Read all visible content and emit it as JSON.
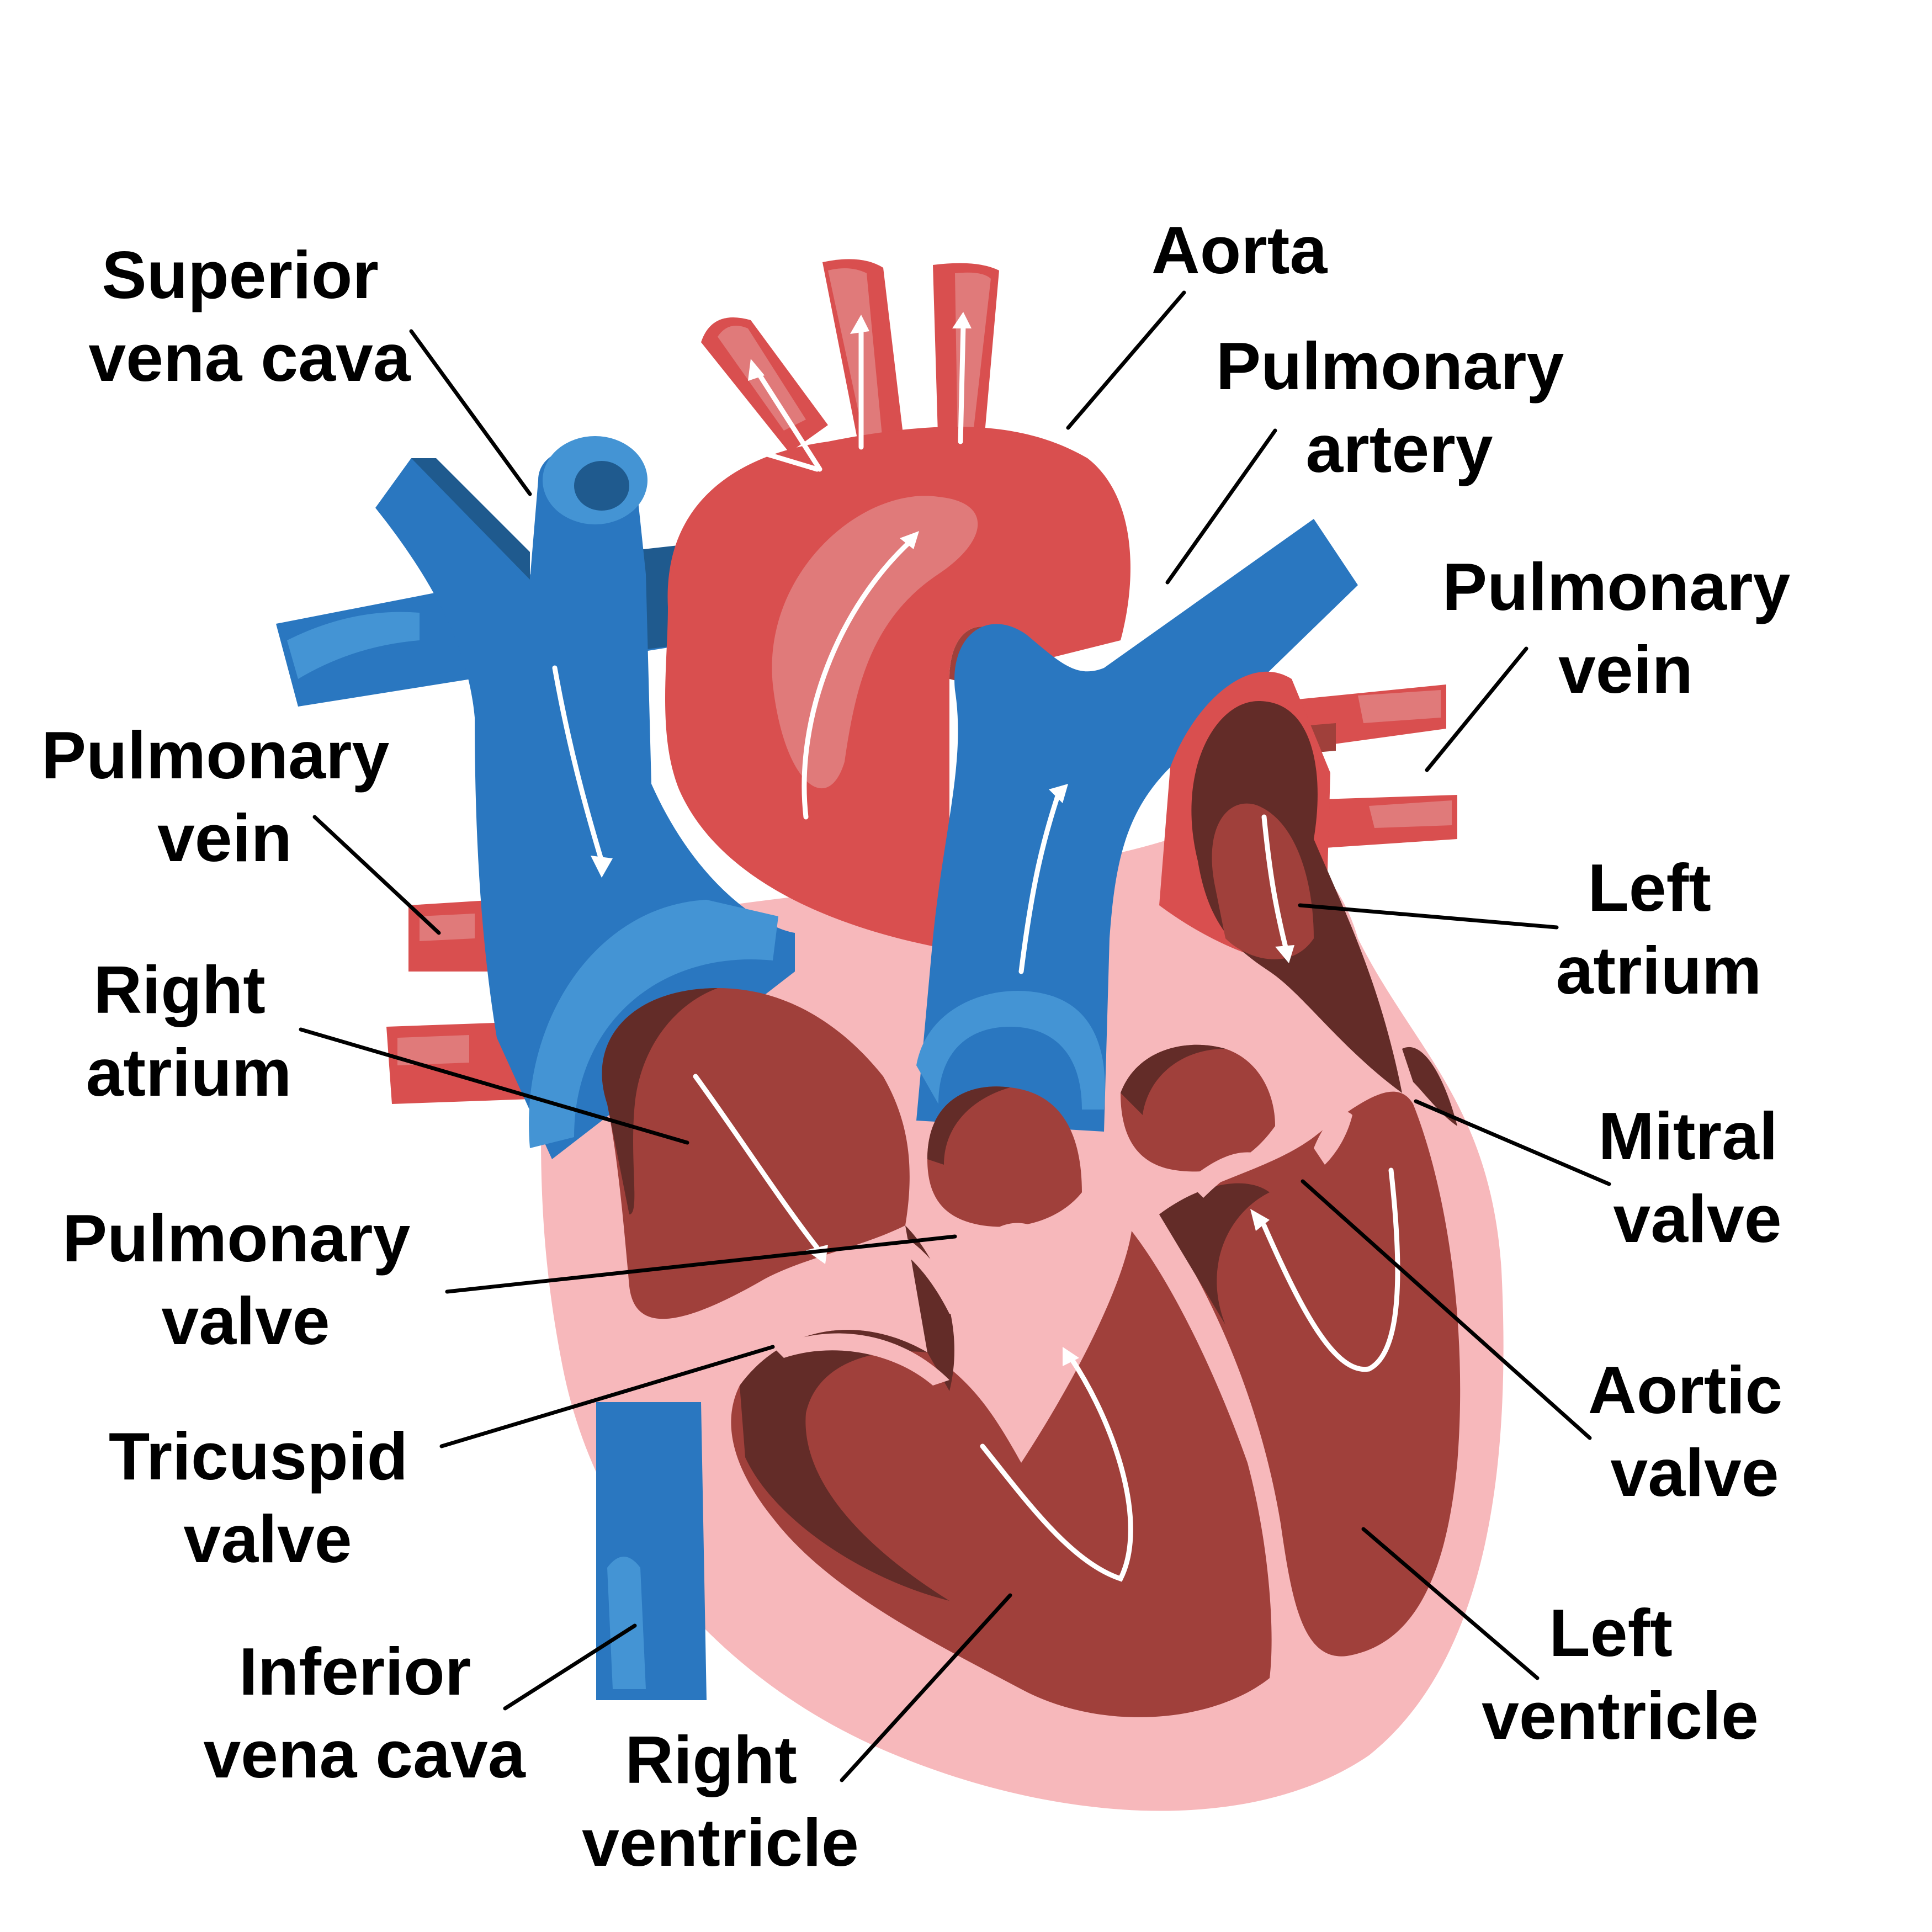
{
  "labels": {
    "superior_vena_cava": [
      "Superior",
      "vena cava"
    ],
    "aorta": [
      "Aorta"
    ],
    "pulmonary_artery": [
      "Pulmonary",
      "artery"
    ],
    "pulmonary_vein_right": [
      "Pulmonary",
      "vein"
    ],
    "pulmonary_vein_left": [
      "Pulmonary",
      "vein"
    ],
    "left_atrium": [
      "Left",
      "atrium"
    ],
    "right_atrium": [
      "Right",
      "atrium"
    ],
    "mitral_valve": [
      "Mitral",
      "valve"
    ],
    "pulmonary_valve": [
      "Pulmonary",
      "valve"
    ],
    "aortic_valve": [
      "Aortic",
      "valve"
    ],
    "tricuspid_valve": [
      "Tricuspid",
      "valve"
    ],
    "left_ventricle": [
      "Left",
      "ventricle"
    ],
    "inferior_vena_cava": [
      "Inferior",
      "vena cava"
    ],
    "right_ventricle": [
      "Right",
      "ventricle"
    ]
  },
  "colors": {
    "oxygenated_red": "#d94f4f",
    "oxygenated_highlight": "#e07a7a",
    "deoxygenated_blue": "#2a77c0",
    "blue_highlight": "#4494d4",
    "blue_shadow": "#1f5a8e",
    "myocardium_pink": "#f7b8bb",
    "chamber_red": "#a0403b",
    "chamber_shadow": "#632c28",
    "text": "#000000",
    "background": "#ffffff"
  }
}
